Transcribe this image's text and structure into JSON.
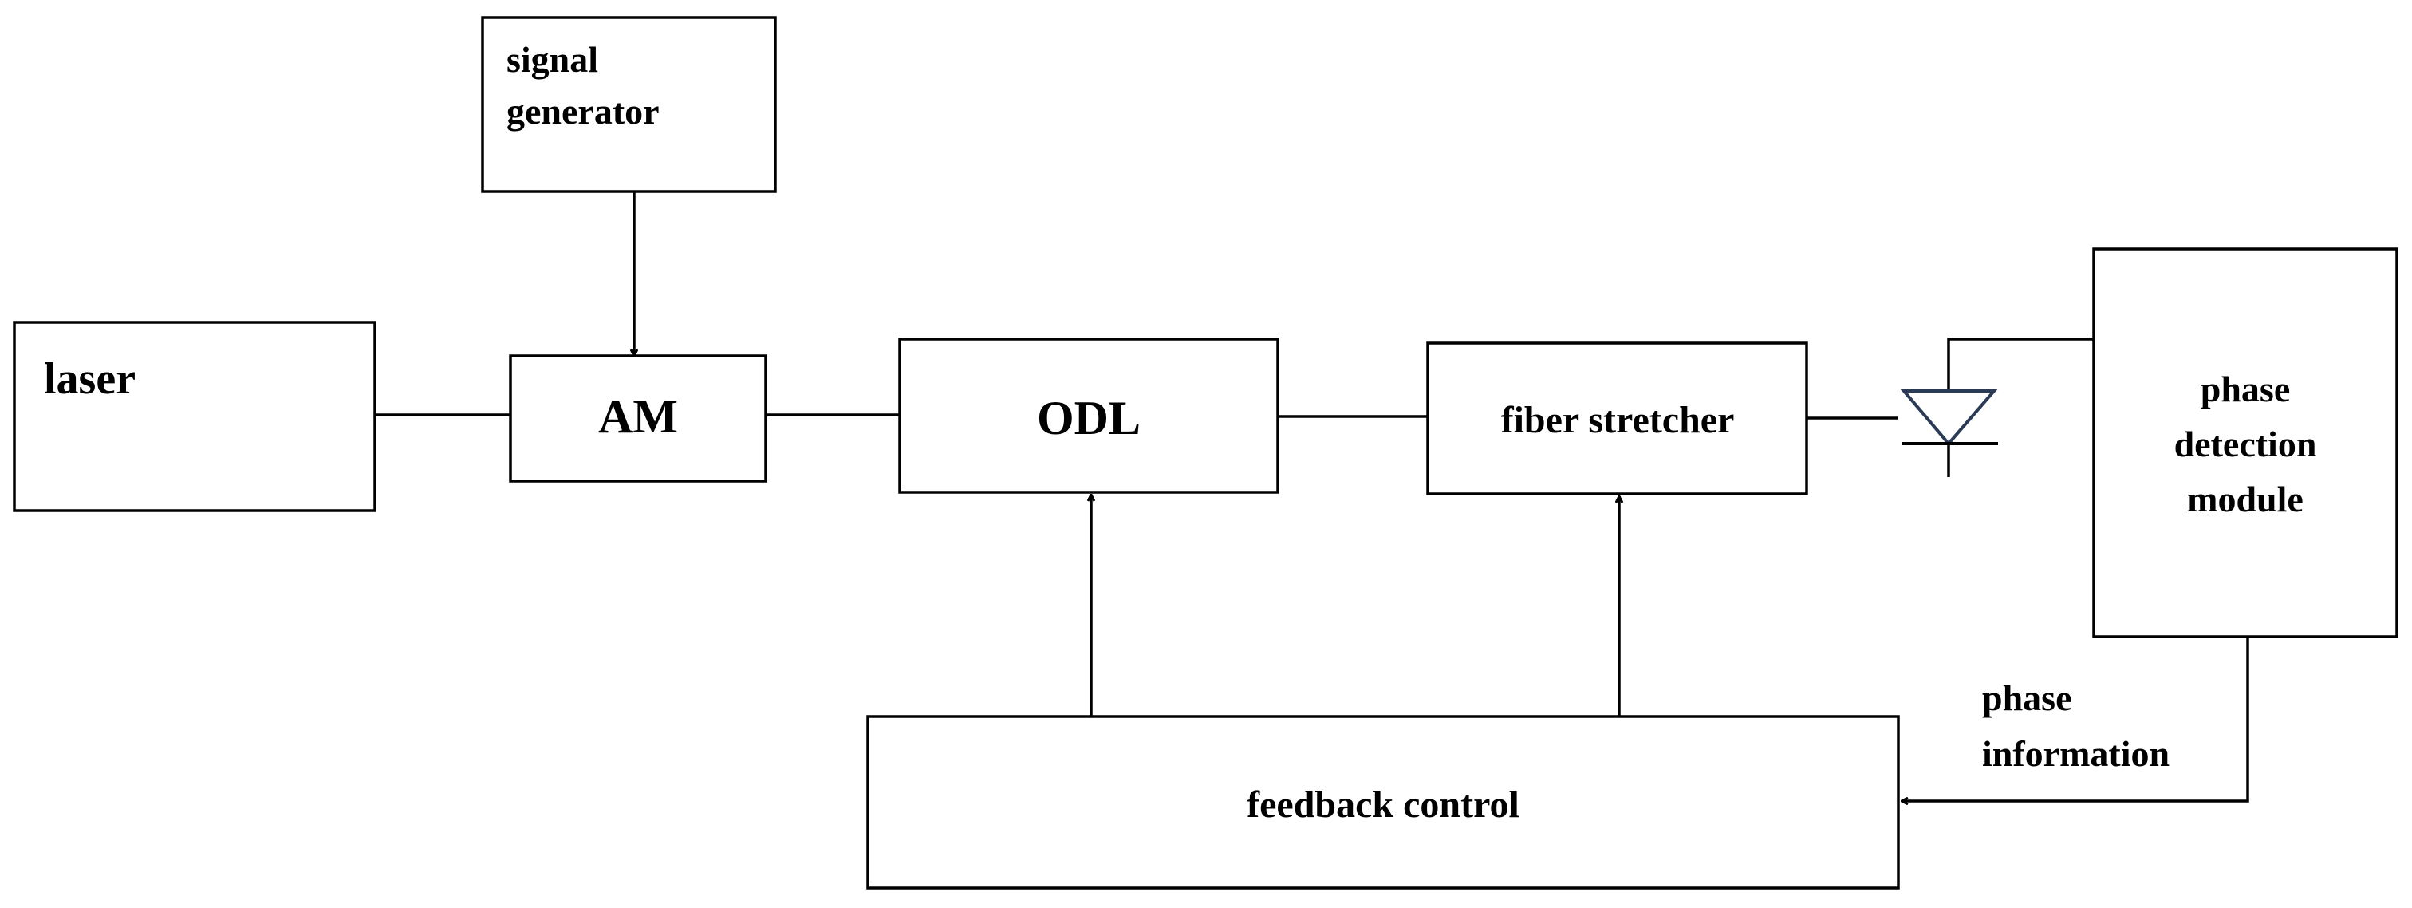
{
  "blocks": {
    "laser": "laser",
    "signal_generator": [
      "signal",
      "generator"
    ],
    "am": "AM",
    "odl": "ODL",
    "fiber_stretcher": "fiber stretcher",
    "phase_detection_module": [
      "phase",
      "detection",
      "module"
    ],
    "feedback_control": "feedback control"
  },
  "annotations": {
    "phase_information": [
      "phase",
      "information"
    ]
  },
  "colors": {
    "line": "#000000",
    "diode": "#2b3a55",
    "background": "#ffffff"
  }
}
